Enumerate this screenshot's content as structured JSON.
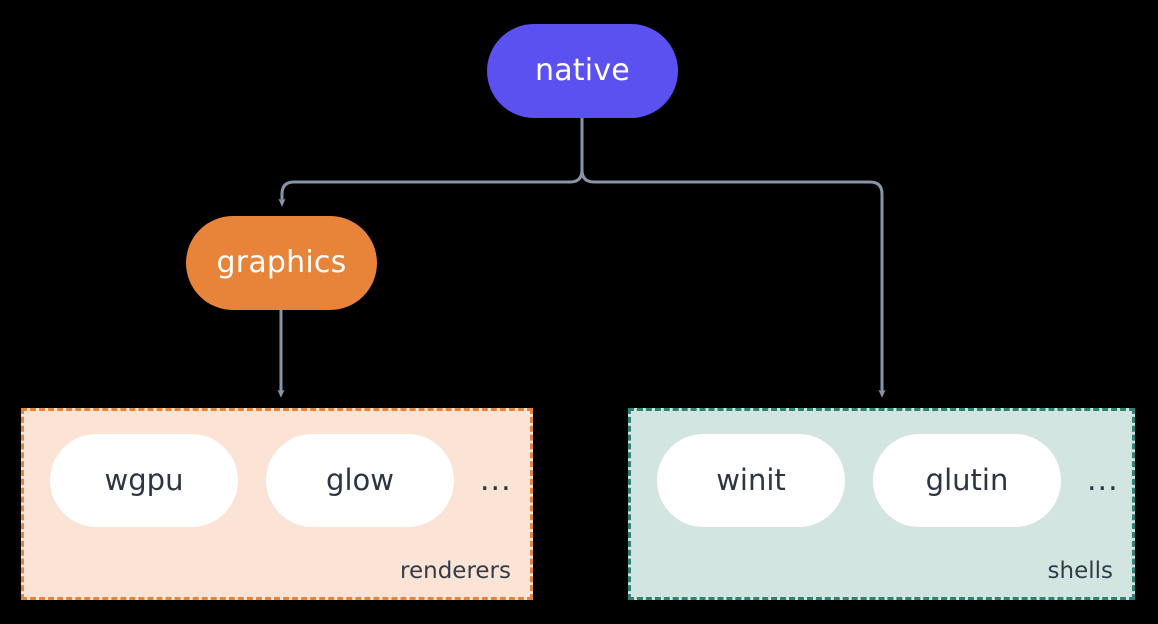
{
  "diagram": {
    "background": "#000000",
    "edge_color": "#8795a8",
    "nodes": [
      {
        "id": "native",
        "label": "native",
        "color": "#5b50f0",
        "text_color": "#ffffff"
      },
      {
        "id": "graphics",
        "label": "graphics",
        "color": "#e8833a",
        "text_color": "#ffffff"
      }
    ],
    "groups": [
      {
        "id": "renderers",
        "label": "renderers",
        "fill": "#fbe4d5",
        "border": "#e8833a",
        "label_color": "#333b48",
        "items": [
          {
            "label": "wgpu"
          },
          {
            "label": "glow"
          }
        ],
        "overflow": "..."
      },
      {
        "id": "shells",
        "label": "shells",
        "fill": "#d3e5e0",
        "border": "#2d8475",
        "label_color": "#333b48",
        "items": [
          {
            "label": "winit"
          },
          {
            "label": "glutin"
          }
        ],
        "overflow": "..."
      }
    ],
    "edges": [
      {
        "from": "native",
        "to": "graphics"
      },
      {
        "from": "native",
        "to": "shells"
      },
      {
        "from": "graphics",
        "to": "renderers"
      }
    ]
  }
}
